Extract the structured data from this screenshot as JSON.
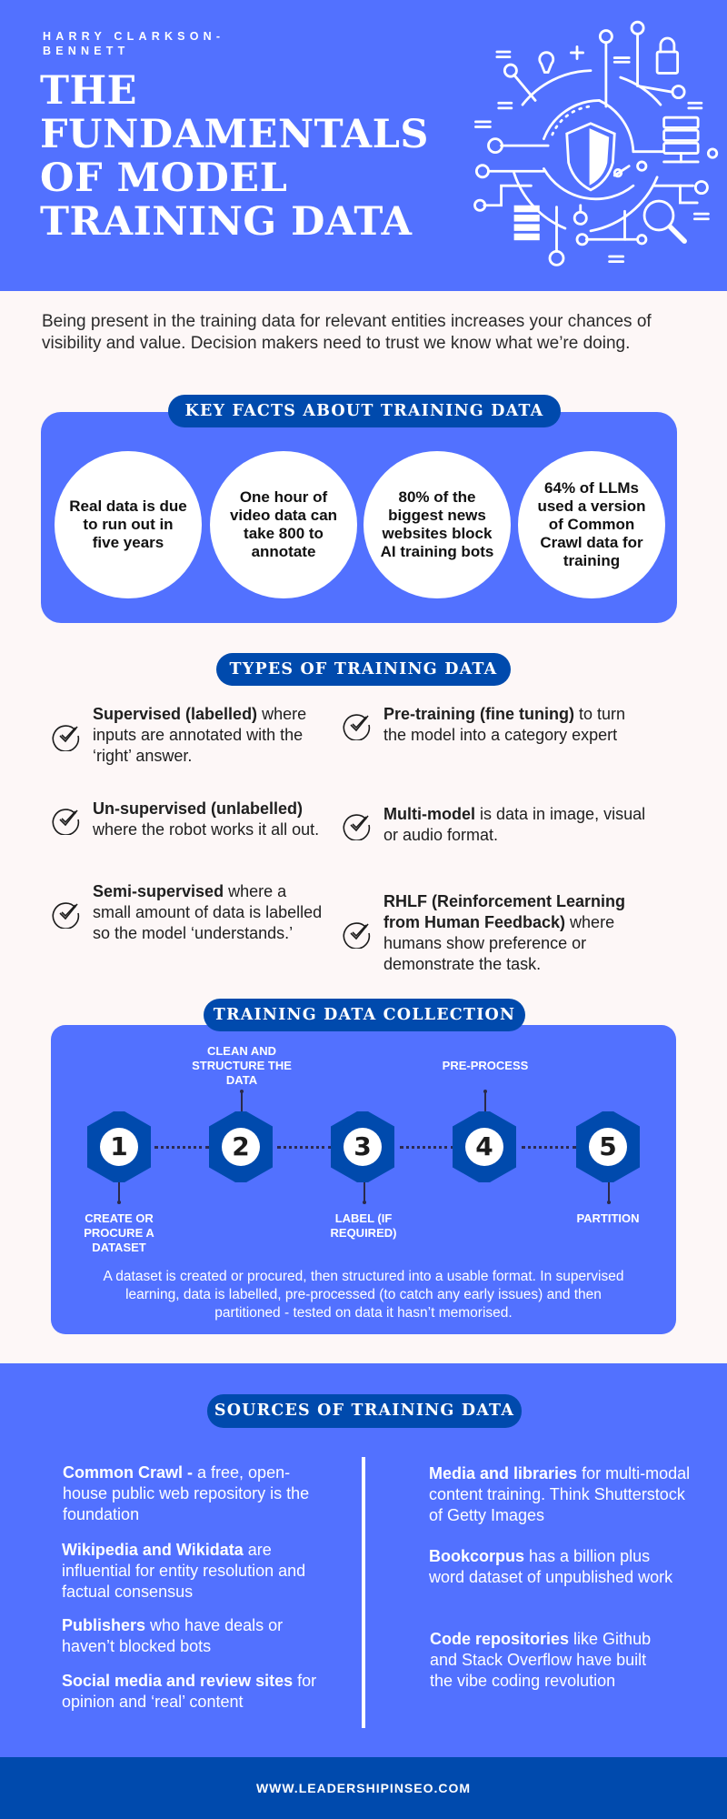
{
  "header": {
    "author": "HARRY CLARKSON-BENNETT",
    "title_lines": [
      "THE",
      "FUNDAMENTALS",
      "OF MODEL",
      "TRAINING DATA"
    ],
    "illustration": "cybersecurity-circuit-shield-illustration"
  },
  "intro": "Being present in the training data for relevant entities increases your chances of visibility and value. Decision makers need to trust we know what we’re doing.",
  "key_facts": {
    "heading": "KEY FACTS ABOUT TRAINING DATA",
    "items": [
      "Real data is due to run out in five years",
      "One hour of video data can take 800 to annotate",
      "80% of the biggest news websites block AI training bots",
      "64% of LLMs used a version of Common Crawl data for training"
    ]
  },
  "types": {
    "heading": "TYPES OF TRAINING DATA",
    "items": [
      {
        "bold": "Supervised (labelled)",
        "rest": " where inputs are annotated with the ‘right’ answer."
      },
      {
        "bold": "Pre-training (fine tuning)",
        "rest": " to turn the model into a category expert"
      },
      {
        "bold": "Un-supervised (unlabelled)",
        "rest": " where the robot works it all out."
      },
      {
        "bold": "Multi-model",
        "rest": " is data in image, visual or audio format."
      },
      {
        "bold": "Semi-supervised",
        "rest": " where a small amount of data is labelled so the model ‘understands.’"
      },
      {
        "bold": "RHLF (Reinforcement Learning from Human Feedback)",
        "rest": " where humans show preference or demonstrate the task."
      }
    ]
  },
  "collection": {
    "heading": "TRAINING DATA COLLECTION",
    "steps": [
      {
        "num": "1",
        "label": "CREATE OR PROCURE A DATASET",
        "position": "below"
      },
      {
        "num": "2",
        "label": "CLEAN AND STRUCTURE THE DATA",
        "position": "above"
      },
      {
        "num": "3",
        "label": "LABEL (IF REQUIRED)",
        "position": "below"
      },
      {
        "num": "4",
        "label": "PRE-PROCESS",
        "position": "above"
      },
      {
        "num": "5",
        "label": "PARTITION",
        "position": "below"
      }
    ],
    "description": "A dataset is created or procured, then structured into a usable format. In supervised learning, data is labelled, pre-processed (to catch any early issues) and then partitioned - tested on data it hasn’t memorised."
  },
  "sources": {
    "heading": "SOURCES OF TRAINING DATA",
    "left": [
      {
        "bold": "Common Crawl -",
        "rest": " a free, open-house public web repository is the foundation"
      },
      {
        "bold": "Wikipedia and Wikidata",
        "rest": " are influential for entity resolution and factual consensus"
      },
      {
        "bold": "Publishers",
        "rest": " who have deals or haven’t blocked bots"
      },
      {
        "bold": "Social media and review sites",
        "rest": " for opinion and ‘real’ content"
      }
    ],
    "right": [
      {
        "bold": "Media and libraries",
        "rest": " for multi-modal content training. Think Shutterstock of Getty Images"
      },
      {
        "bold": "Bookcorpus",
        "rest": " has a billion plus word dataset of unpublished work"
      },
      {
        "bold": "Code repositories",
        "rest": " like Github and Stack Overflow have built the vibe coding revolution"
      }
    ]
  },
  "footer": {
    "url": "WWW.LEADERSHIPINSEO.COM"
  },
  "colors": {
    "primary": "#5271ff",
    "dark": "#004aad",
    "background": "#fdf7f7",
    "text": "#1c1c1c"
  }
}
